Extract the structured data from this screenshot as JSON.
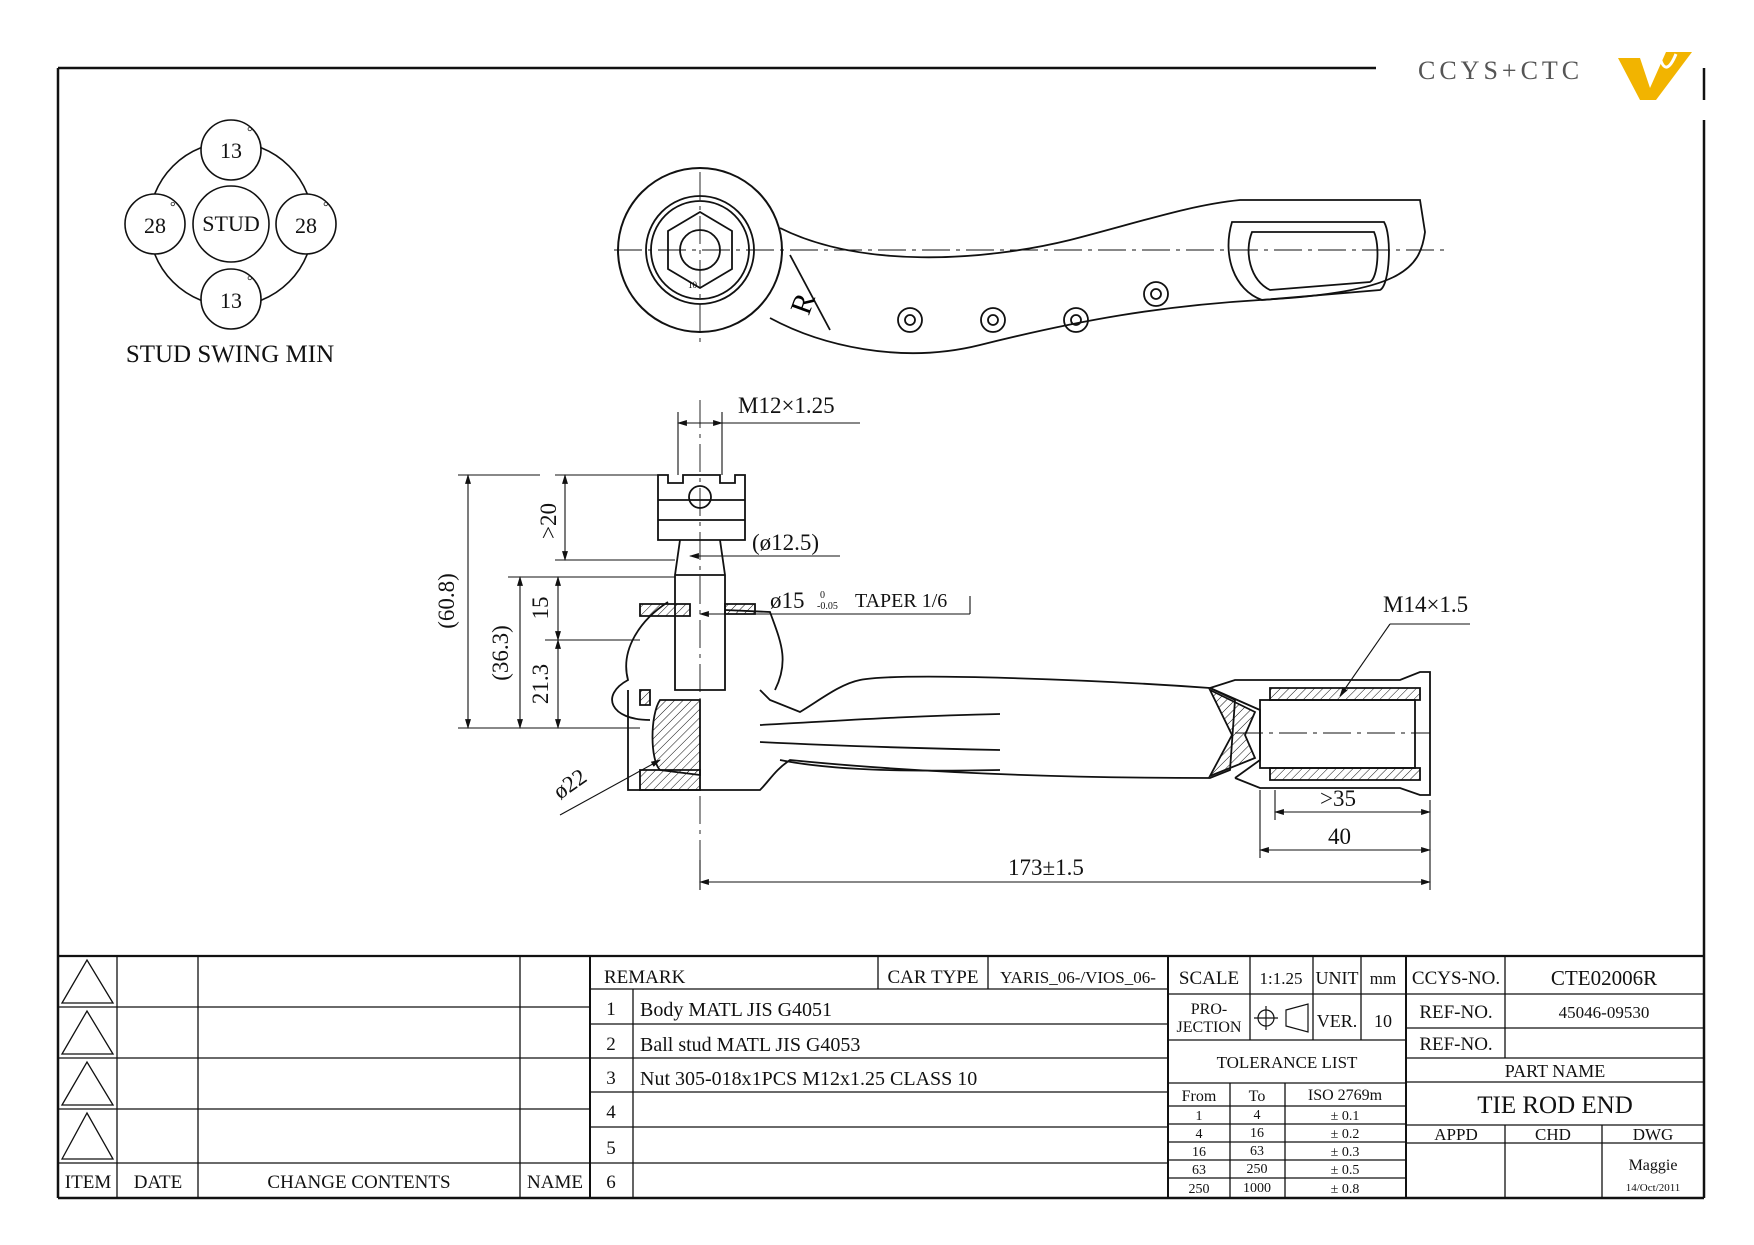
{
  "logo": {
    "text": "CCYS+CTC"
  },
  "stud_swing": {
    "top": "13",
    "bottom": "13",
    "left": "28",
    "right": "28",
    "center": "STUD",
    "degree_symbol": "°",
    "caption": "STUD SWING MIN"
  },
  "top_view": {
    "side_mark": "R",
    "nut_mark": "10"
  },
  "dimensions": {
    "thread_stud": "M12×1.25",
    "stud_length": ">20",
    "dia_12_5": "(ø12.5)",
    "taper": "ø15",
    "taper_tol_upper": "0",
    "taper_tol_lower": "-0.05",
    "taper_label": "TAPER 1/6",
    "overall_height": "(60.8)",
    "height_36_3": "(36.3)",
    "height_15": "15",
    "height_21_3": "21.3",
    "dia_22": "ø22",
    "thread_rod": "M14×1.5",
    "thread_len": ">35",
    "bore_len": "40",
    "overall_length": "173±1.5"
  },
  "change_block": {
    "headers": {
      "item": "ITEM",
      "date": "DATE",
      "contents": "CHANGE CONTENTS",
      "name": "NAME"
    }
  },
  "remarks": {
    "header": "REMARK",
    "car_type_label": "CAR TYPE",
    "car_type_value": "YARIS_06-/VIOS_06-",
    "rows": [
      {
        "no": "1",
        "text": "Body MATL JIS G4051"
      },
      {
        "no": "2",
        "text": "Ball stud MATL JIS G4053"
      },
      {
        "no": "3",
        "text": "Nut 305-018x1PCS M12x1.25 CLASS 10"
      },
      {
        "no": "4",
        "text": ""
      },
      {
        "no": "5",
        "text": ""
      },
      {
        "no": "6",
        "text": ""
      }
    ]
  },
  "scale_block": {
    "scale_label": "SCALE",
    "scale_value": "1:1.25",
    "unit_label": "UNIT",
    "unit_value": "mm",
    "projection_label_1": "PRO-",
    "projection_label_2": "JECTION",
    "ver_label": "VER.",
    "ver_value": "10"
  },
  "tolerance": {
    "title": "TOLERANCE LIST",
    "headers": {
      "from": "From",
      "to": "To",
      "iso": "ISO 2769m"
    },
    "rows": [
      {
        "from": "1",
        "to": "4",
        "tol": "± 0.1"
      },
      {
        "from": "4",
        "to": "16",
        "tol": "± 0.2"
      },
      {
        "from": "16",
        "to": "63",
        "tol": "± 0.3"
      },
      {
        "from": "63",
        "to": "250",
        "tol": "± 0.5"
      },
      {
        "from": "250",
        "to": "1000",
        "tol": "± 0.8"
      }
    ]
  },
  "title_block": {
    "ccys_no_label": "CCYS-NO.",
    "ccys_no_value": "CTE02006R",
    "ref_no_label": "REF-NO.",
    "ref_no_value": "45046-09530",
    "ref_no_label_2": "REF-NO.",
    "ref_no_value_2": "",
    "part_name_label": "PART NAME",
    "part_name_value": "TIE ROD END",
    "appd_label": "APPD",
    "chd_label": "CHD",
    "dwg_label": "DWG",
    "dwg_name": "Maggie",
    "dwg_date": "14/Oct/2011"
  }
}
